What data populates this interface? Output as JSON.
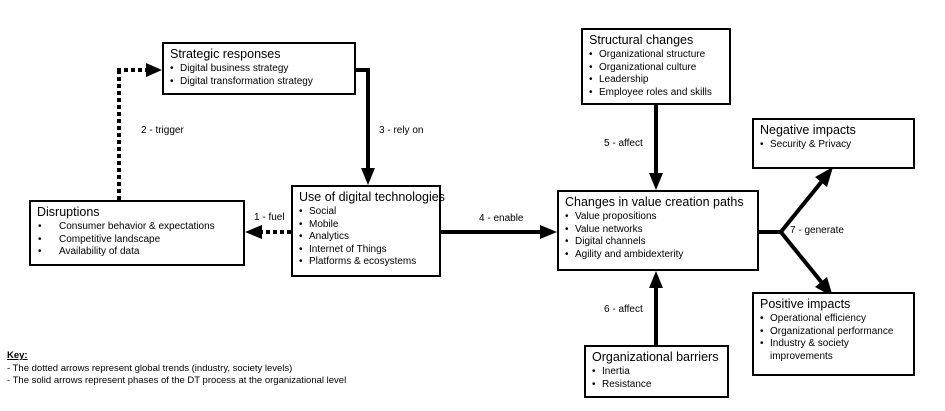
{
  "nodes": {
    "strategic": {
      "title": "Strategic responses",
      "items": [
        "Digital business strategy",
        "Digital transformation strategy"
      ]
    },
    "disruptions": {
      "title": "Disruptions",
      "items": [
        "Consumer behavior & expectations",
        "Competitive landscape",
        "Availability of data"
      ]
    },
    "digital_tech": {
      "title": "Use of digital technologies",
      "items": [
        "Social",
        "Mobile",
        "Analytics",
        "Internet of Things",
        "Platforms  & ecosystems"
      ]
    },
    "structural": {
      "title": "Structural changes",
      "items": [
        "Organizational structure",
        "Organizational culture",
        "Leadership",
        "Employee roles and skills"
      ]
    },
    "value_paths": {
      "title": "Changes in value creation paths",
      "items": [
        "Value propositions",
        "Value networks",
        "Digital channels",
        "Agility and ambidexterity"
      ]
    },
    "barriers": {
      "title": "Organizational barriers",
      "items": [
        "Inertia",
        "Resistance"
      ]
    },
    "negative": {
      "title": "Negative impacts",
      "items": [
        "Security & Privacy"
      ]
    },
    "positive": {
      "title": "Positive impacts",
      "items": [
        "Operational efficiency",
        "Organizational performance",
        "Industry & society improvements"
      ]
    }
  },
  "edges": {
    "fuel": "1 - fuel",
    "trigger": "2 - trigger",
    "rely_on": "3 - rely on",
    "enable": "4 - enable",
    "affect_structural": "5 - affect",
    "affect_barriers": "6 - affect",
    "generate": "7 - generate"
  },
  "key": {
    "title": "Key:",
    "lines": [
      "-   The dotted arrows represent global trends (industry, society levels)",
      "-   The solid arrows represent phases of the DT process at the organizational level"
    ]
  }
}
